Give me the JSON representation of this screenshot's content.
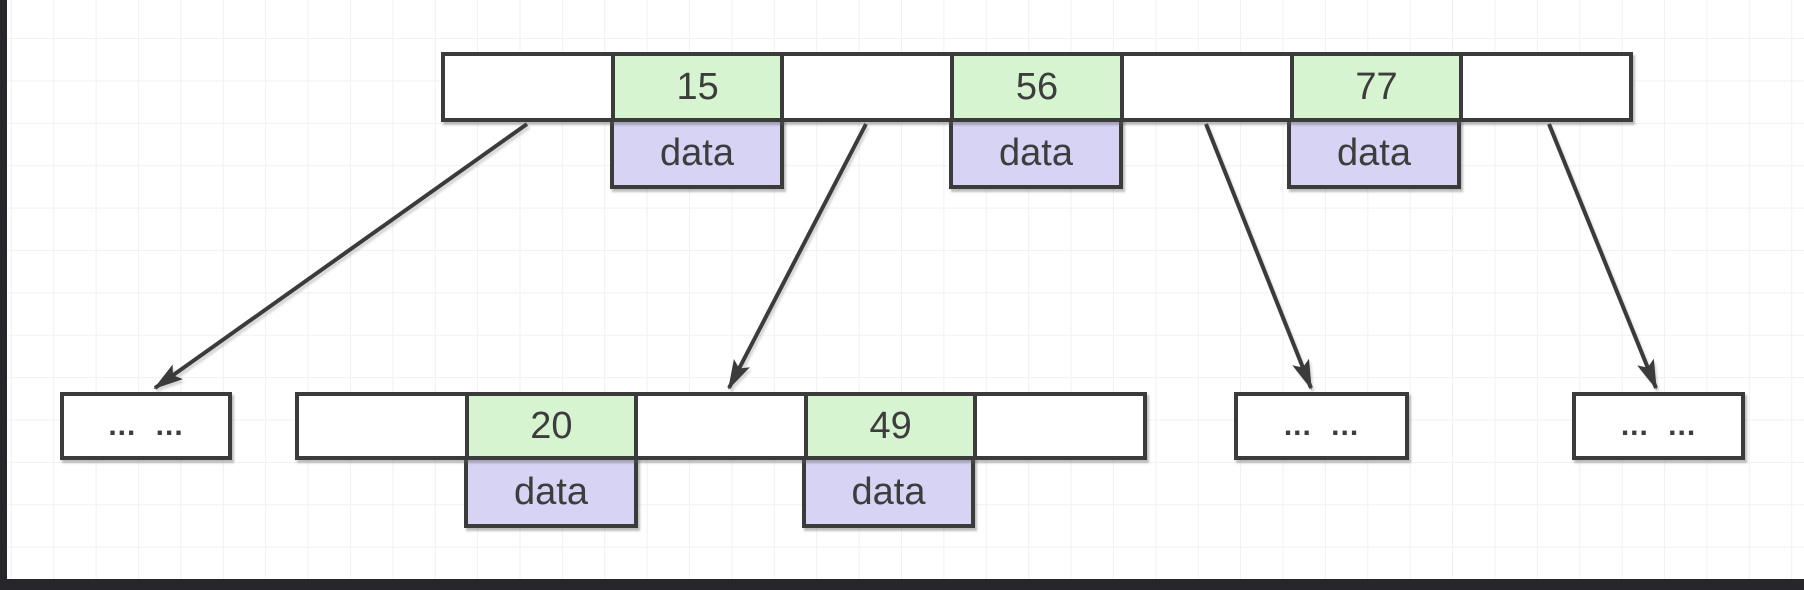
{
  "diagram": {
    "type": "b-tree-index-structure",
    "colors": {
      "key_fill": "#d7f4d1",
      "data_fill": "#d6d3f4",
      "stroke": "#3b3b3b",
      "text": "#3d3d3d",
      "frame": "#26262b",
      "grid_line": "#f1f1f4"
    },
    "root_node": {
      "keys": [
        "15",
        "56",
        "77"
      ],
      "data_labels": [
        "data",
        "data",
        "data"
      ]
    },
    "leaf_level": {
      "ellipsis_labels": [
        "... ...",
        "... ...",
        "... ..."
      ],
      "middle_node": {
        "keys": [
          "20",
          "49"
        ],
        "data_labels": [
          "data",
          "data"
        ]
      }
    }
  }
}
